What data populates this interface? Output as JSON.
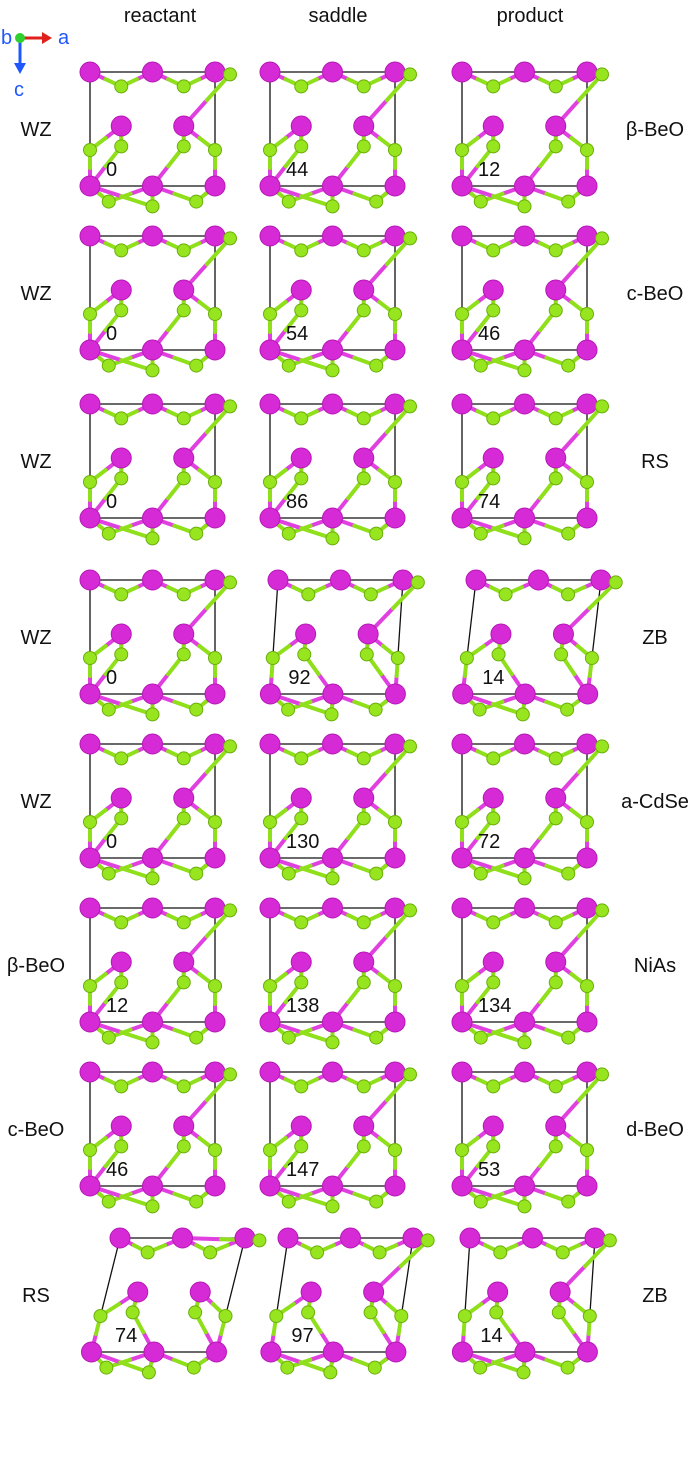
{
  "axes_legend": {
    "b": "b",
    "a": "a",
    "c": "c",
    "colors": {
      "b": "#1f57ff",
      "a": "#e0201a",
      "c": "#1f57ff",
      "origin": "#2ed12e"
    }
  },
  "columns": [
    "reactant",
    "saddle",
    "product"
  ],
  "rows": [
    {
      "left": "WZ",
      "right": "β-BeO",
      "energies": [
        "0",
        "44",
        "12"
      ]
    },
    {
      "left": "WZ",
      "right": "c-BeO",
      "energies": [
        "0",
        "54",
        "46"
      ]
    },
    {
      "left": "WZ",
      "right": "RS",
      "energies": [
        "0",
        "86",
        "74"
      ]
    },
    {
      "left": "WZ",
      "right": "ZB",
      "energies": [
        "0",
        "92",
        "14"
      ]
    },
    {
      "left": "WZ",
      "right": "a-CdSe",
      "energies": [
        "0",
        "130",
        "72"
      ]
    },
    {
      "left": "β-BeO",
      "right": "NiAs",
      "energies": [
        "12",
        "138",
        "134"
      ]
    },
    {
      "left": "c-BeO",
      "right": "d-BeO",
      "energies": [
        "46",
        "147",
        "53"
      ]
    },
    {
      "left": "RS",
      "right": "ZB",
      "energies": [
        "74",
        "97",
        "14"
      ]
    }
  ],
  "atom_colors": {
    "large": "#d62ad6",
    "small": "#97e51f"
  }
}
